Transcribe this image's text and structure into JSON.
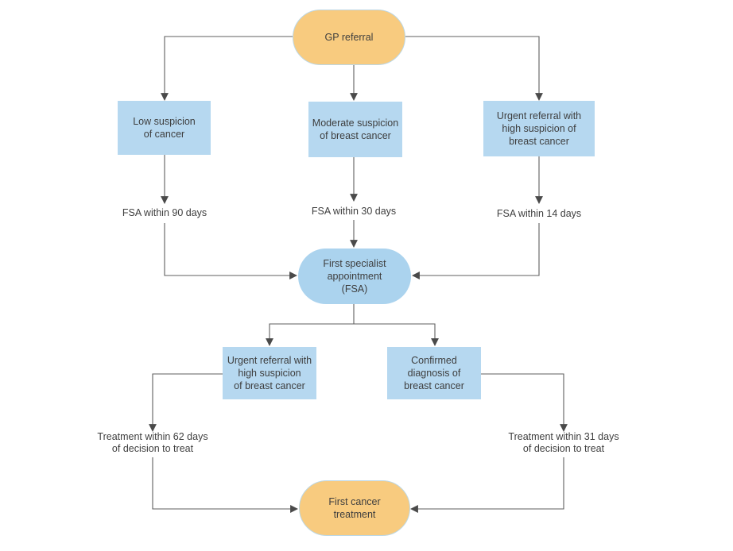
{
  "colors": {
    "canvas": "#ffffff",
    "node_orange": "#F8CB7F",
    "node_blue": "#B6D8F0",
    "stadium_blue": "#ABD3EE",
    "stadium_border": "#BCD7E5",
    "line": "#5F5F5F",
    "arrow": "#4A4A4A",
    "text": "#3E3E3E"
  },
  "diagram": {
    "type": "flowchart",
    "nodes": {
      "gp_referral": {
        "label": "GP referral",
        "shape": "stadium",
        "color": "orange"
      },
      "low_suspicion": {
        "label": "Low suspicion\nof cancer",
        "shape": "rect",
        "color": "blue"
      },
      "moderate_suspicion": {
        "label": "Moderate suspicion\nof breast cancer",
        "shape": "rect",
        "color": "blue"
      },
      "urgent_referral_top": {
        "label": "Urgent referral with\nhigh suspicion of\nbreast cancer",
        "shape": "rect",
        "color": "blue"
      },
      "fsa": {
        "label": "First specialist\nappointment\n(FSA)",
        "shape": "stadium",
        "color": "blue"
      },
      "urgent_referral_bottom": {
        "label": "Urgent referral with\nhigh suspicion\nof breast cancer",
        "shape": "rect",
        "color": "blue"
      },
      "confirmed_diagnosis": {
        "label": "Confirmed\ndiagnosis of\nbreast cancer",
        "shape": "rect",
        "color": "blue"
      },
      "first_treatment": {
        "label": "First cancer\ntreatment",
        "shape": "stadium",
        "color": "orange"
      }
    },
    "edges": [
      {
        "from": "gp_referral",
        "to": "low_suspicion",
        "label": ""
      },
      {
        "from": "gp_referral",
        "to": "moderate_suspicion",
        "label": ""
      },
      {
        "from": "gp_referral",
        "to": "urgent_referral_top",
        "label": ""
      },
      {
        "from": "low_suspicion",
        "to": "fsa",
        "label": "FSA within 90 days"
      },
      {
        "from": "moderate_suspicion",
        "to": "fsa",
        "label": "FSA within 30 days"
      },
      {
        "from": "urgent_referral_top",
        "to": "fsa",
        "label": "FSA within 14 days"
      },
      {
        "from": "fsa",
        "to": "urgent_referral_bottom",
        "label": ""
      },
      {
        "from": "fsa",
        "to": "confirmed_diagnosis",
        "label": ""
      },
      {
        "from": "urgent_referral_bottom",
        "to": "first_treatment",
        "label": "Treatment within 62 days\nof decision to treat"
      },
      {
        "from": "confirmed_diagnosis",
        "to": "first_treatment",
        "label": "Treatment within 31 days\nof decision to treat"
      }
    ]
  }
}
